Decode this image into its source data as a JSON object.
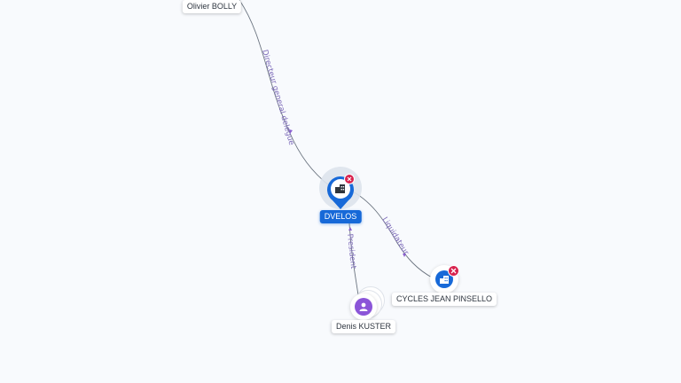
{
  "nodes": {
    "officer": {
      "label": "Olivier BOLLY"
    },
    "main": {
      "label": "DVELOS"
    },
    "liquidator": {
      "label": "CYCLES JEAN PINSELLO"
    },
    "president": {
      "label": "Denis KUSTER"
    }
  },
  "edges": {
    "officer_edge": {
      "label": "Directeur general delegue"
    },
    "liquidator_edge": {
      "label": "Liquidateur"
    },
    "president_edge": {
      "label": "President"
    }
  },
  "colors": {
    "background": "#f8fafd",
    "company": "#1769d8",
    "person": "#8b55d8",
    "closed_badge": "#d8234e",
    "edge_label": "#7b68b8"
  },
  "icons": {
    "company": "building-icon",
    "person": "person-icon",
    "closed": "close-icon"
  }
}
